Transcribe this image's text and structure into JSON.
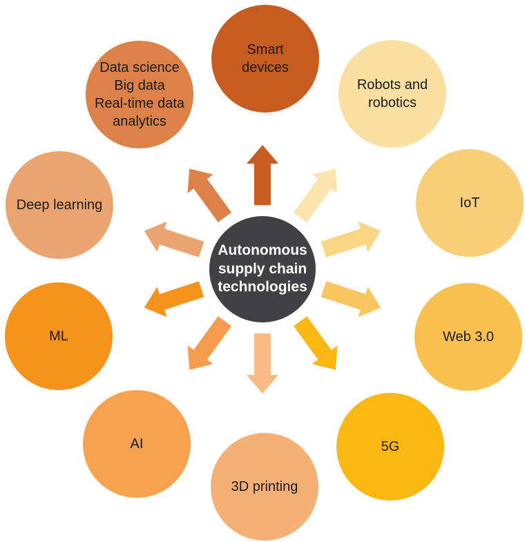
{
  "diagram": {
    "center": {
      "label": "Autonomous\nsupply chain\ntechnologies",
      "color": "#414042",
      "text_color": "#ffffff"
    },
    "nodes": [
      {
        "id": "smart-devices",
        "label": "Smart\ndevices",
        "color": "#c85b20",
        "arrow_color": "#c85b20",
        "angle_deg": 0
      },
      {
        "id": "robots-and-robotics",
        "label": "Robots and\nrobotics",
        "color": "#fadfa2",
        "arrow_color": "#fbe4ae",
        "angle_deg": 36
      },
      {
        "id": "iot",
        "label": "IoT",
        "color": "#f9ce79",
        "arrow_color": "#fad584",
        "angle_deg": 72
      },
      {
        "id": "web-3-0",
        "label": "Web 3.0",
        "color": "#f8c14f",
        "arrow_color": "#f9c55f",
        "angle_deg": 108
      },
      {
        "id": "5g",
        "label": "5G",
        "color": "#fbb814",
        "arrow_color": "#fbb814",
        "angle_deg": 144
      },
      {
        "id": "3d-printing",
        "label": "3D printing",
        "color": "#f5b076",
        "arrow_color": "#f8bb85",
        "angle_deg": 180
      },
      {
        "id": "ai",
        "label": "AI",
        "color": "#f7a24e",
        "arrow_color": "#f59c4d",
        "angle_deg": 216
      },
      {
        "id": "ml",
        "label": "ML",
        "color": "#f6931d",
        "arrow_color": "#f6931d",
        "angle_deg": 252
      },
      {
        "id": "deep-learning",
        "label": "Deep learning",
        "color": "#eba470",
        "arrow_color": "#eba470",
        "angle_deg": 288
      },
      {
        "id": "data-science",
        "label": "Data science\nBig data\nReal-time data\nanalytics",
        "color": "#dc8147",
        "arrow_color": "#dc8147",
        "angle_deg": 324
      }
    ]
  }
}
